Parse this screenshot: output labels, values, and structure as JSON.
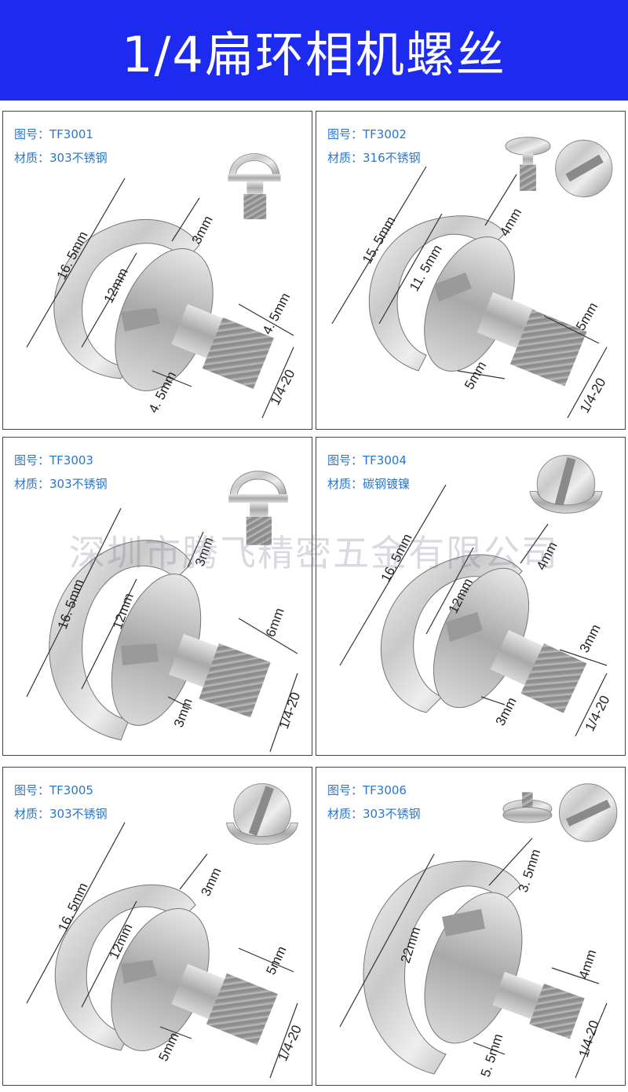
{
  "banner": {
    "title": "1/4扁环相机螺丝"
  },
  "watermark": "深圳市腾飞精密五金有限公司",
  "cards": [
    {
      "code_label": "图号：TF3001",
      "material_label": "材质：303不锈钢",
      "dims": [
        "16. 5mm",
        "12mm",
        "3mm",
        "4. 5mm",
        "4. 5mm",
        "1/4-20"
      ]
    },
    {
      "code_label": "图号：TF3002",
      "material_label": "材质：316不锈钢",
      "dims": [
        "15. 5mm",
        "11. 5mm",
        "4mm",
        "5mm",
        "5mm",
        "1/4-20"
      ]
    },
    {
      "code_label": "图号：TF3003",
      "material_label": "材质：303不锈钢",
      "dims": [
        "16. 5mm",
        "12mm",
        "3mm",
        "6mm",
        "3mm",
        "1/4-20"
      ]
    },
    {
      "code_label": "图号：TF3004",
      "material_label": "材质：碳钢镀镍",
      "dims": [
        "16. 5mm",
        "12mm",
        "4mm",
        "3mm",
        "3mm",
        "1/4-20"
      ]
    },
    {
      "code_label": "图号：TF3005",
      "material_label": "材质：303不锈钢",
      "dims": [
        "16. 5mm",
        "12mm",
        "3mm",
        "5mm",
        "5mm",
        "1/4-20"
      ]
    },
    {
      "code_label": "图号：TF3006",
      "material_label": "材质：303不锈钢",
      "dims": [
        "22mm",
        "3. 5mm",
        "4mm",
        "5. 5mm",
        "1/4-20"
      ]
    }
  ],
  "colors": {
    "banner": "#1d2bf0",
    "label_blue": "#2a76c8"
  }
}
